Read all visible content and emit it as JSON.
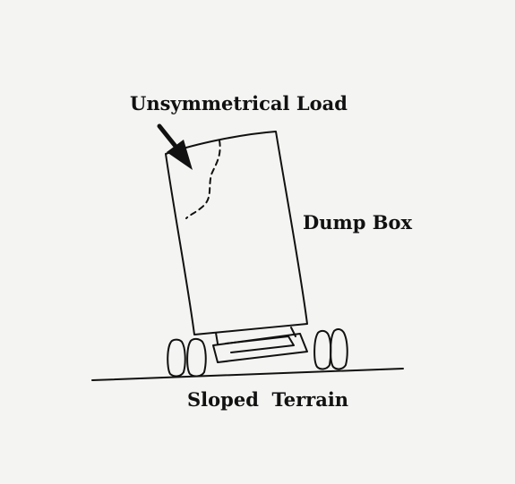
{
  "labels": {
    "load": "Unsymmetrical Load",
    "dump_box": "Dump Box",
    "terrain": "Sloped  Terrain"
  },
  "colors": {
    "ink": "#111111",
    "paper": "#f4f4f2"
  }
}
